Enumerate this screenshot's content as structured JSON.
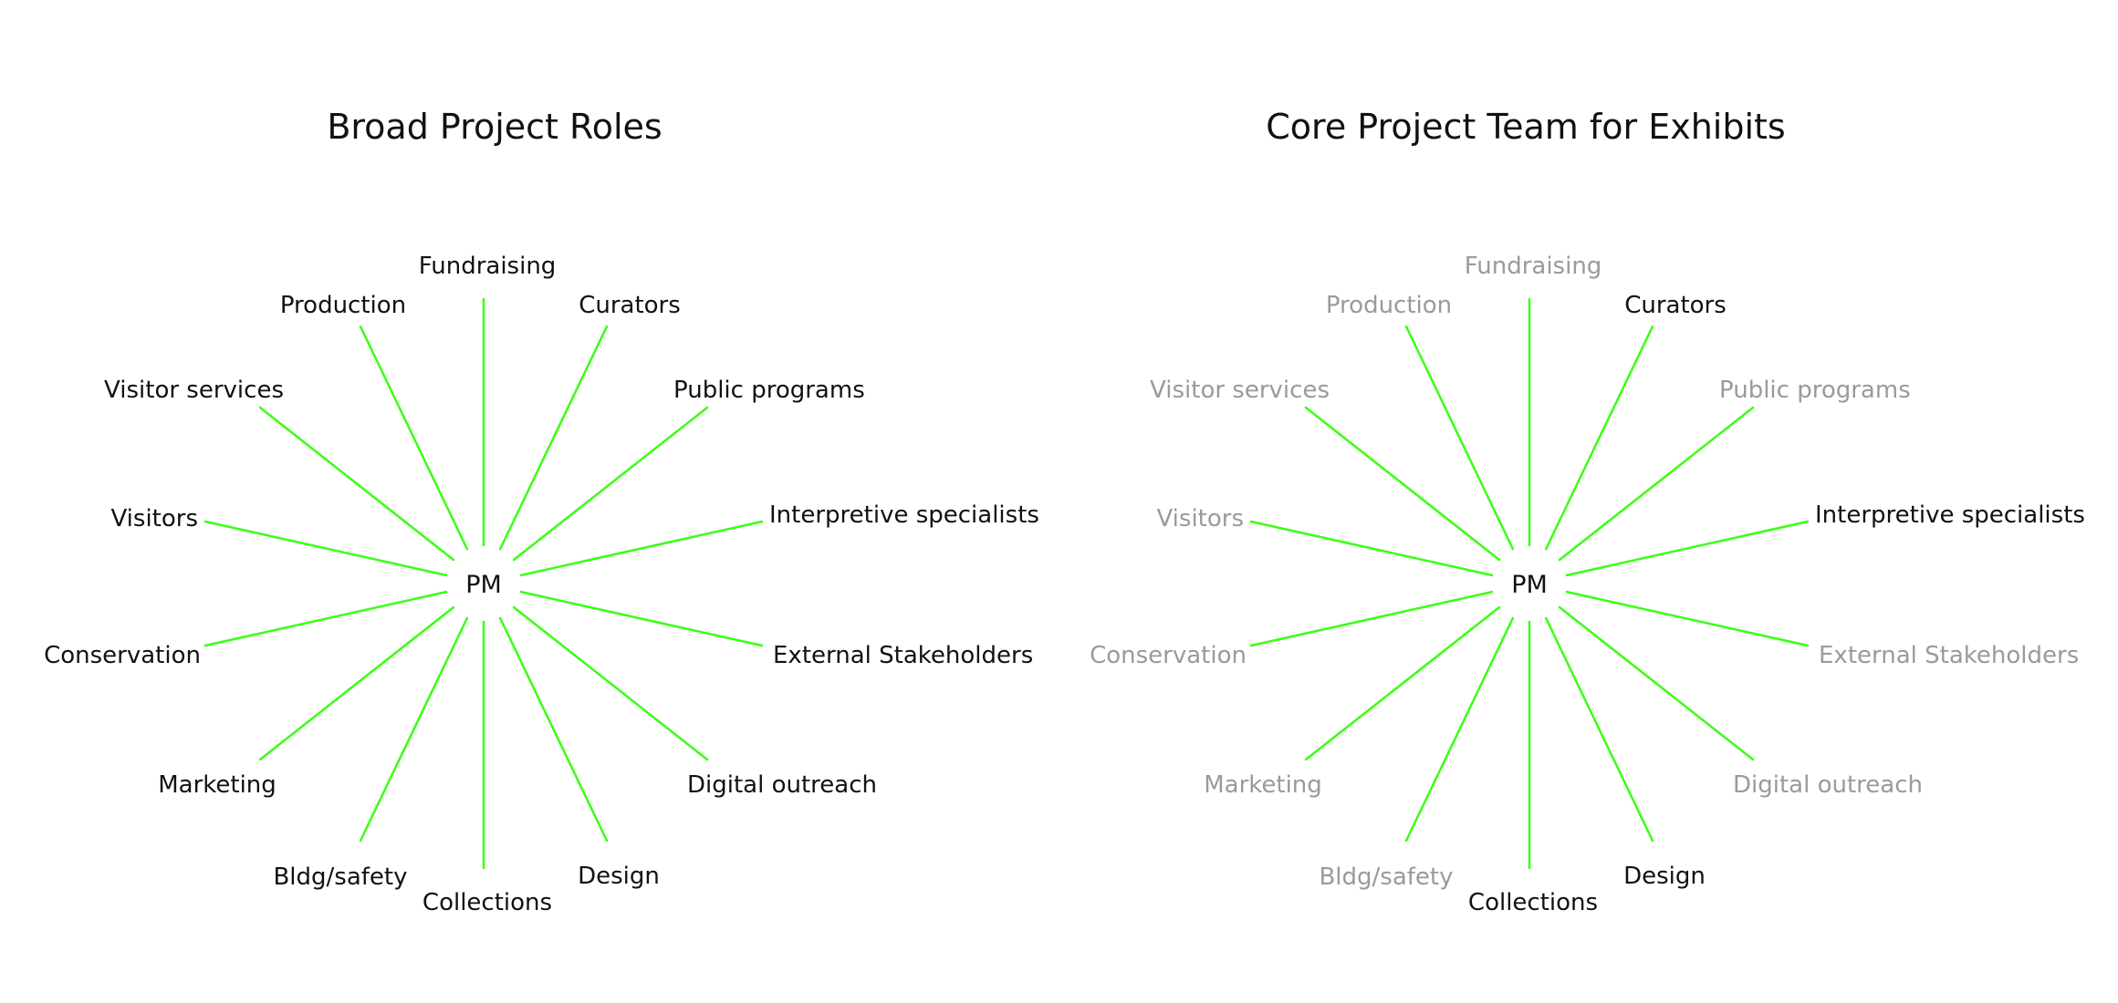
{
  "colors": {
    "spoke": "#39ff14",
    "active_text": "#111111",
    "inactive_text": "#9a9a9a"
  },
  "diagrams": [
    {
      "title": "Broad Project Roles",
      "hub": "PM",
      "roles": [
        {
          "label": "Fundraising",
          "active": true
        },
        {
          "label": "Curators",
          "active": true
        },
        {
          "label": "Public programs",
          "active": true
        },
        {
          "label": "Interpretive specialists",
          "active": true
        },
        {
          "label": "External Stakeholders",
          "active": true
        },
        {
          "label": "Digital outreach",
          "active": true
        },
        {
          "label": "Design",
          "active": true
        },
        {
          "label": "Collections",
          "active": true
        },
        {
          "label": "Bldg/safety",
          "active": true
        },
        {
          "label": "Marketing",
          "active": true
        },
        {
          "label": "Conservation",
          "active": true
        },
        {
          "label": "Visitors",
          "active": true
        },
        {
          "label": "Visitor services",
          "active": true
        },
        {
          "label": "Production",
          "active": true
        }
      ]
    },
    {
      "title": "Core Project Team for Exhibits",
      "hub": "PM",
      "roles": [
        {
          "label": "Fundraising",
          "active": false
        },
        {
          "label": "Curators",
          "active": true
        },
        {
          "label": "Public programs",
          "active": false
        },
        {
          "label": "Interpretive specialists",
          "active": true
        },
        {
          "label": "External Stakeholders",
          "active": false
        },
        {
          "label": "Digital outreach",
          "active": false
        },
        {
          "label": "Design",
          "active": true
        },
        {
          "label": "Collections",
          "active": true
        },
        {
          "label": "Bldg/safety",
          "active": false
        },
        {
          "label": "Marketing",
          "active": false
        },
        {
          "label": "Conservation",
          "active": false
        },
        {
          "label": "Visitors",
          "active": false
        },
        {
          "label": "Visitor services",
          "active": false
        },
        {
          "label": "Production",
          "active": false
        }
      ]
    }
  ]
}
